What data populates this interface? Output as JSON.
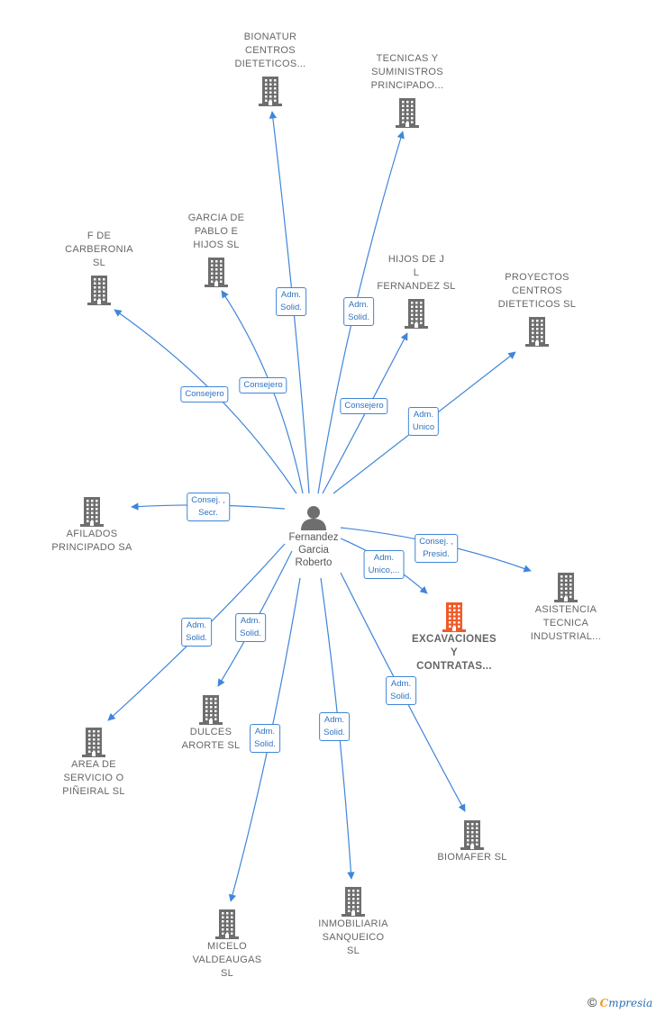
{
  "center": {
    "name": "Fernandez\nGarcia\nRoberto",
    "icon": "person-icon"
  },
  "nodes": [
    {
      "id": "bionatur",
      "label": "BIONATUR\nCENTROS\nDIETETICOS...",
      "icon": "building-icon"
    },
    {
      "id": "tecnicas",
      "label": "TECNICAS Y\nSUMINISTROS\nPRINCIPADO...",
      "icon": "building-icon"
    },
    {
      "id": "garcia",
      "label": "GARCIA DE\nPABLO E\nHIJOS  SL",
      "icon": "building-icon"
    },
    {
      "id": "fdecarb",
      "label": "F DE\nCARBERONIA\nSL",
      "icon": "building-icon"
    },
    {
      "id": "hijosj",
      "label": "HIJOS DE J\nL\nFERNANDEZ SL",
      "icon": "building-icon"
    },
    {
      "id": "proyectos",
      "label": "PROYECTOS\nCENTROS\nDIETETICOS SL",
      "icon": "building-icon"
    },
    {
      "id": "afilados",
      "label": "AFILADOS\nPRINCIPADO SA",
      "icon": "building-icon"
    },
    {
      "id": "asistencia",
      "label": "ASISTENCIA\nTECNICA\nINDUSTRIAL...",
      "icon": "building-icon"
    },
    {
      "id": "excavaciones",
      "label": "EXCAVACIONES\nY\nCONTRATAS...",
      "icon": "building-icon",
      "highlight": true
    },
    {
      "id": "area",
      "label": "AREA DE\nSERVICIO O\nPIÑEIRAL SL",
      "icon": "building-icon"
    },
    {
      "id": "dulces",
      "label": "DULCES\nARORTE SL",
      "icon": "building-icon"
    },
    {
      "id": "biomafer",
      "label": "BIOMAFER SL",
      "icon": "building-icon"
    },
    {
      "id": "micelo",
      "label": "MICELO\nVALDEAUGAS\nSL",
      "icon": "building-icon"
    },
    {
      "id": "inmobiliaria",
      "label": "INMOBILIARIA\nSANQUEICO\nSL",
      "icon": "building-icon"
    }
  ],
  "edges": [
    {
      "to": "bionatur",
      "label": "Adm.\nSolid."
    },
    {
      "to": "tecnicas",
      "label": "Adm.\nSolid."
    },
    {
      "to": "garcia",
      "label": "Consejero"
    },
    {
      "to": "fdecarb",
      "label": "Consejero"
    },
    {
      "to": "hijosj",
      "label": "Consejero"
    },
    {
      "to": "proyectos",
      "label": "Adm.\nUnico"
    },
    {
      "to": "afilados",
      "label": "Consej. ,\nSecr."
    },
    {
      "to": "asistencia",
      "label": "Consej. ,\nPresid."
    },
    {
      "to": "excavaciones",
      "label": "Adm.\nUnico,..."
    },
    {
      "to": "area",
      "label": "Adm.\nSolid."
    },
    {
      "to": "dulces",
      "label": "Adm.\nSolid."
    },
    {
      "to": "biomafer",
      "label": "Adm.\nSolid."
    },
    {
      "to": "micelo",
      "label": "Adm.\nSolid."
    },
    {
      "to": "inmobiliaria",
      "label": "Adm.\nSolid."
    }
  ],
  "colors": {
    "edge": "#3f86d8",
    "building": "#6e6e6e",
    "highlight": "#f05a28"
  },
  "brand": {
    "copyright": "©",
    "e": "C",
    "rest": "mpresia"
  }
}
